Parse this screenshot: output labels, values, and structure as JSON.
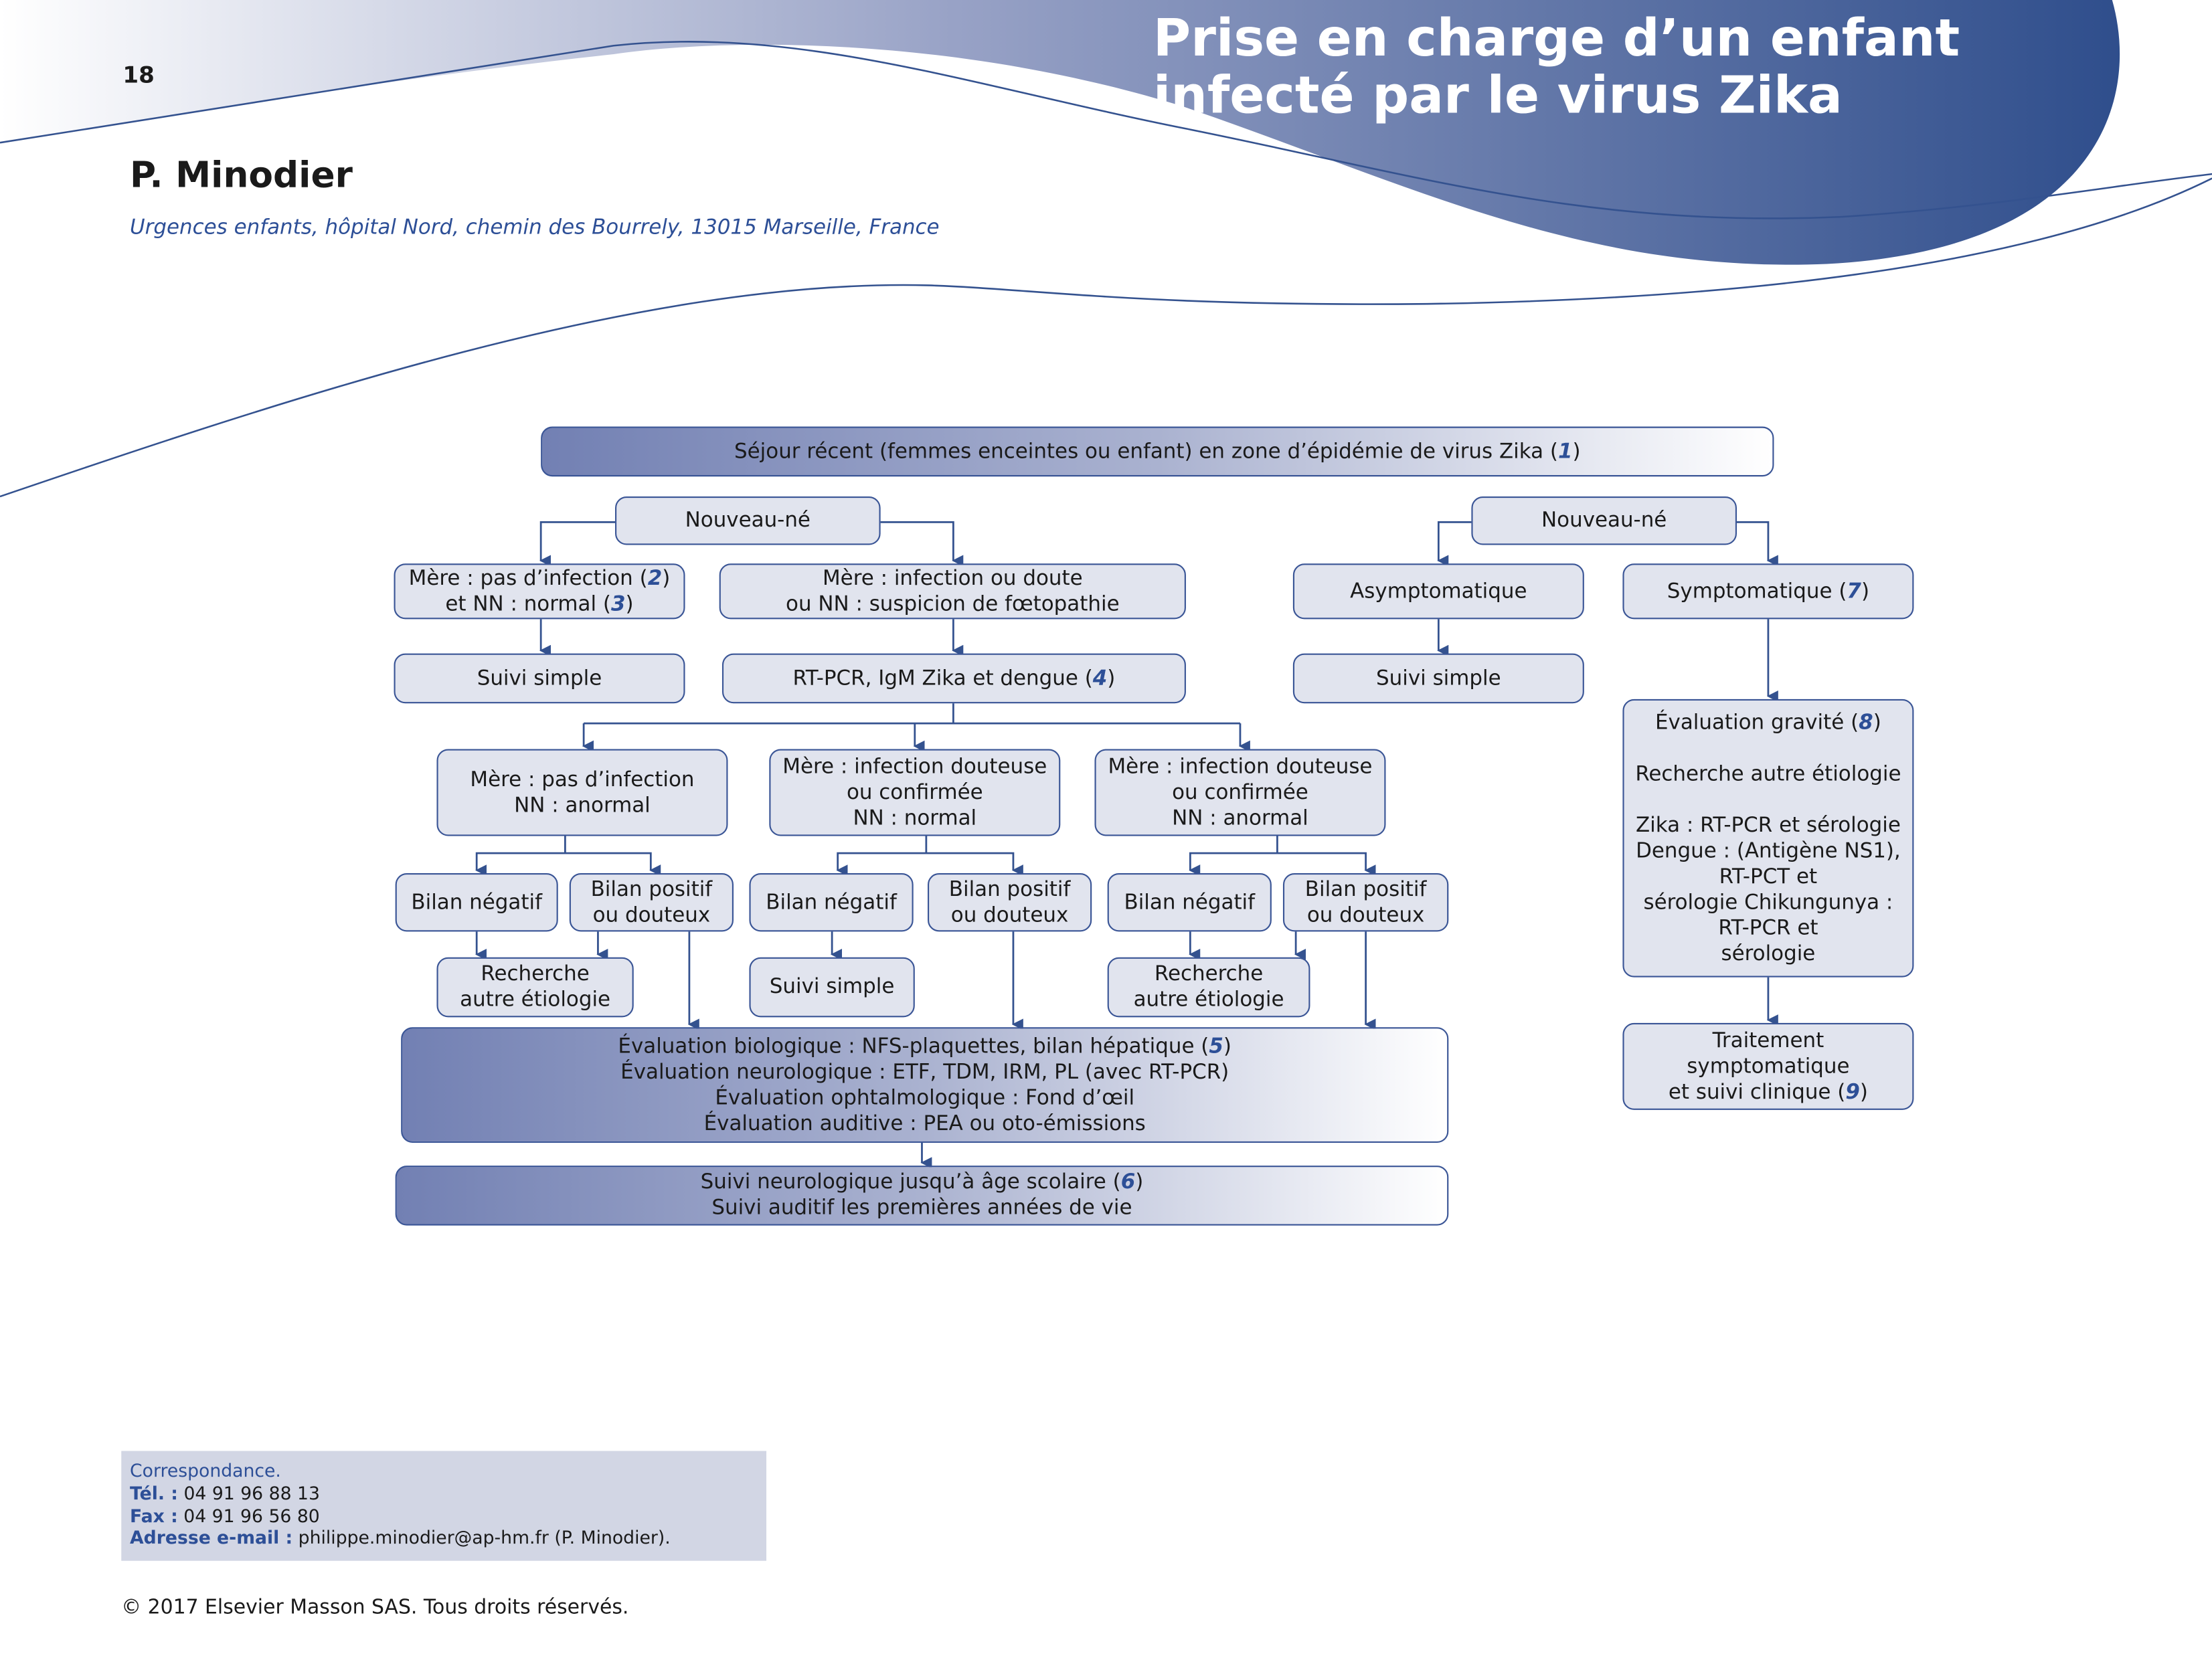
{
  "header": {
    "page_number": "18",
    "title_line1": "Prise en charge d’un enfant",
    "title_line2": "infecté par le virus Zika",
    "author": "P. Minodier",
    "affiliation": "Urgences enfants, hôpital Nord, chemin des Bourrely, 13015 Marseille, France",
    "accent_color": "#34528f"
  },
  "flowchart": {
    "boxes": [
      {
        "id": "sejour",
        "style": "gradient",
        "lines": [
          "Séjour récent (femmes enceintes ou enfant) en zone d’épidémie de virus Zika ([1])"
        ]
      },
      {
        "id": "nn1",
        "lines": [
          "Nouveau-né"
        ]
      },
      {
        "id": "nn2",
        "lines": [
          "Nouveau-né"
        ]
      },
      {
        "id": "mere-pas",
        "lines": [
          "Mère : pas d’infection ([2])",
          "et NN : normal ([3])"
        ]
      },
      {
        "id": "mere-inf",
        "lines": [
          "Mère : infection ou doute",
          "ou NN : suspicion de fœtopathie"
        ]
      },
      {
        "id": "asympto",
        "lines": [
          "Asymptomatique"
        ]
      },
      {
        "id": "sympto",
        "lines": [
          "Symptomatique ([7])"
        ]
      },
      {
        "id": "suivi1",
        "lines": [
          "Suivi simple"
        ]
      },
      {
        "id": "rtpcr",
        "lines": [
          "RT-PCR, IgM Zika et dengue ([4])"
        ]
      },
      {
        "id": "suivi2",
        "lines": [
          "Suivi simple"
        ]
      },
      {
        "id": "r3a",
        "lines": [
          "Mère : pas d’infection",
          "NN : anormal"
        ]
      },
      {
        "id": "r3b",
        "lines": [
          "Mère : infection douteuse",
          "ou confirmée",
          "NN : normal"
        ]
      },
      {
        "id": "r3c",
        "lines": [
          "Mère : infection douteuse",
          "ou confirmée",
          "NN : anormal"
        ]
      },
      {
        "id": "gravite",
        "lines": [
          "Évaluation gravité ([8])",
          "",
          "Recherche autre étiologie",
          "",
          "Zika : RT-PCR et sérologie",
          "Dengue : (Antigène NS1),",
          "RT-PCT et",
          "sérologie Chikungunya :",
          "RT-PCR et",
          "sérologie"
        ]
      },
      {
        "id": "b1n",
        "lines": [
          "Bilan négatif"
        ]
      },
      {
        "id": "b1p",
        "lines": [
          "Bilan positif",
          "ou douteux"
        ]
      },
      {
        "id": "b2n",
        "lines": [
          "Bilan négatif"
        ]
      },
      {
        "id": "b2p",
        "lines": [
          "Bilan positif",
          "ou douteux"
        ]
      },
      {
        "id": "b3n",
        "lines": [
          "Bilan négatif"
        ]
      },
      {
        "id": "b3p",
        "lines": [
          "Bilan positif",
          "ou douteux"
        ]
      },
      {
        "id": "rech1",
        "lines": [
          "Recherche",
          "autre étiologie"
        ]
      },
      {
        "id": "suivi3",
        "lines": [
          "Suivi simple"
        ]
      },
      {
        "id": "rech2",
        "lines": [
          "Recherche",
          "autre étiologie"
        ]
      },
      {
        "id": "evaluation",
        "style": "gradient",
        "lines": [
          "Évaluation biologique : NFS-plaquettes, bilan hépatique ([5])",
          "Évaluation neurologique : ETF, TDM, IRM, PL (avec RT-PCR)",
          "Évaluation ophtalmologique : Fond d’œil",
          "Évaluation auditive : PEA ou oto-émissions"
        ]
      },
      {
        "id": "suivi-neuro",
        "style": "gradient",
        "lines": [
          "Suivi neurologique jusqu’à âge scolaire ([6])",
          "Suivi auditif les premières années de vie"
        ]
      },
      {
        "id": "traitement",
        "lines": [
          "Traitement",
          "symptomatique",
          "et suivi clinique ([9])"
        ]
      }
    ],
    "box_fill": "#e1e4ee",
    "line_color": "#34528f"
  },
  "correspondance": {
    "heading": "Correspondance.",
    "tel_label": "Tél. :",
    "tel": " 04 91 96 88 13",
    "fax_label": "Fax :",
    "fax": " 04 91 96 56 80",
    "email_label": "Adresse e-mail :",
    "email": " philippe.minodier@ap-hm.fr (P. Minodier)."
  },
  "footer": {
    "copyright": "© 2017 Elsevier Masson SAS. Tous droits réservés."
  }
}
